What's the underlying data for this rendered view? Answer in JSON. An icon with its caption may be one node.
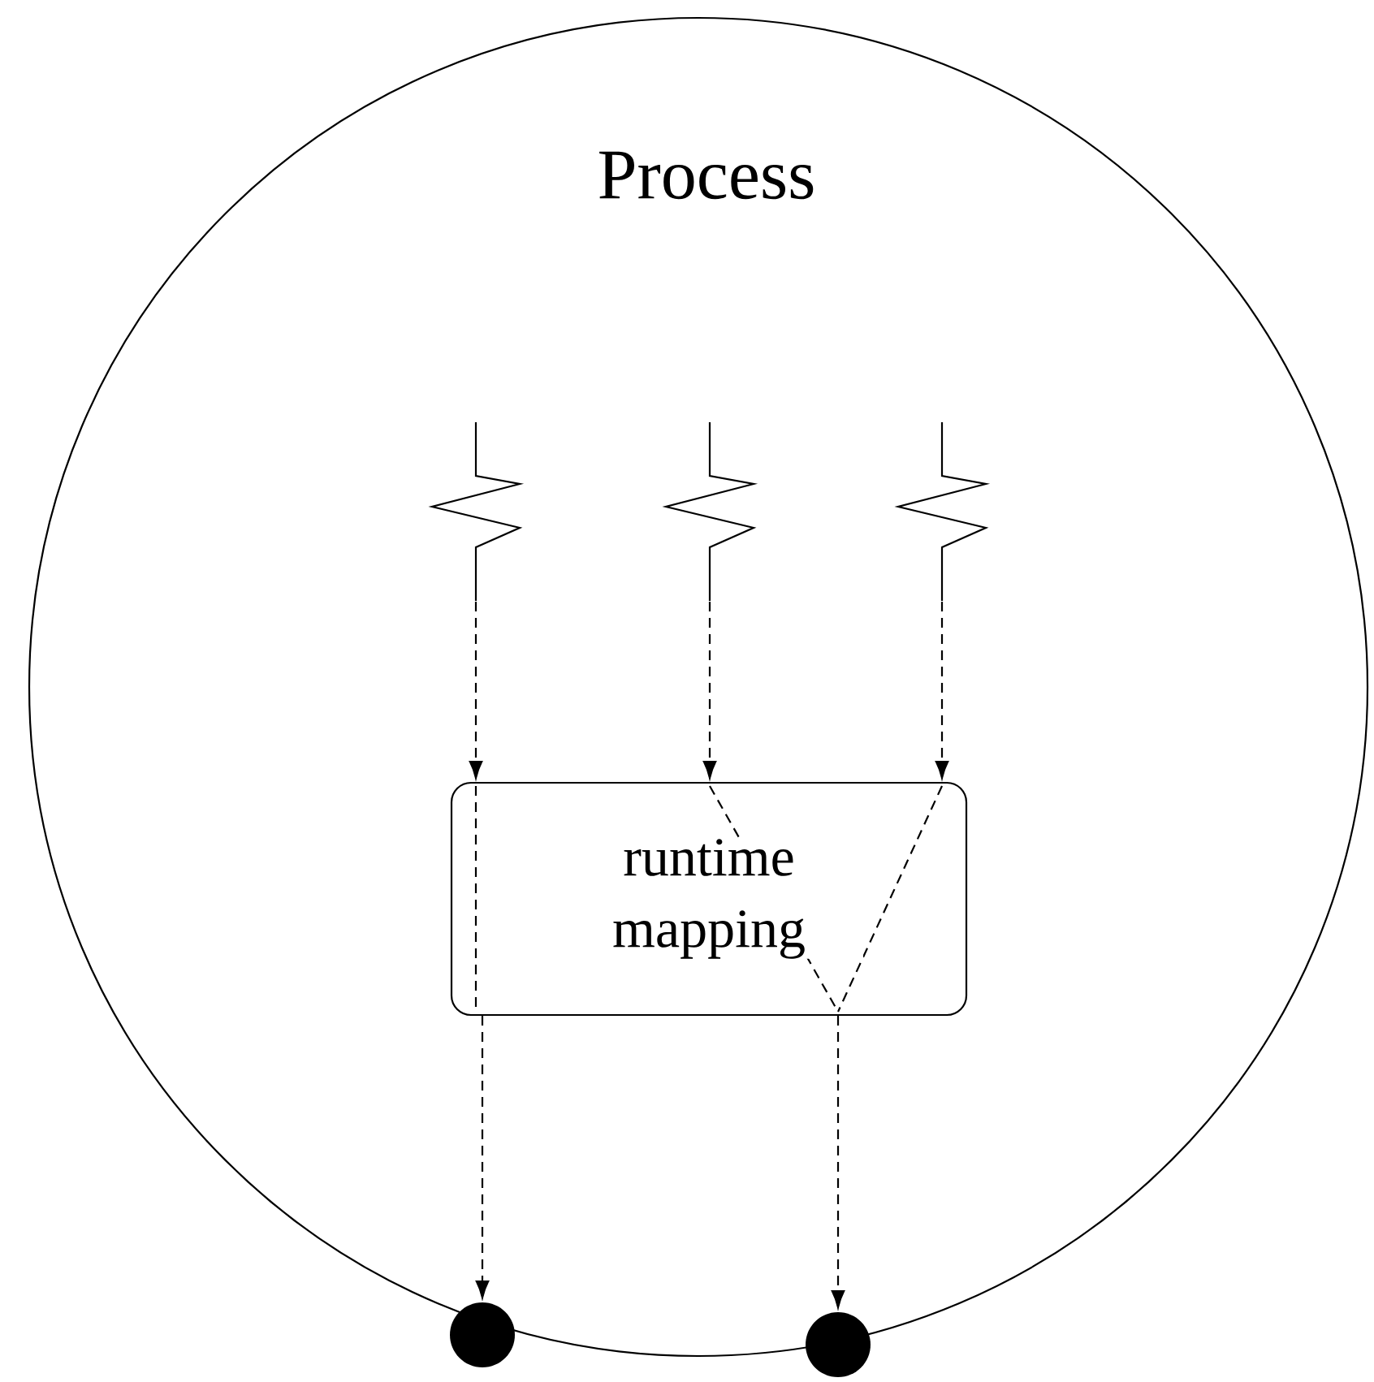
{
  "diagram": {
    "nodes": [
      {
        "text": [
          "Process"
        ]
      },
      {
        "text": [],
        "shape": "zigzag",
        "in": 0
      },
      {
        "text": [],
        "shape": "zigzag",
        "in": 0
      },
      {
        "text": [],
        "shape": "zigzag",
        "in": 0
      },
      {
        "text": [
          "runtime mapping"
        ],
        "in": 0
      },
      {
        "text": [],
        "shape": "circle"
      },
      {
        "text": [],
        "shape": "circle"
      }
    ],
    "edges": [
      {
        "from": 1,
        "to": 4,
        "arrow": "to",
        "style": "dashed"
      },
      {
        "from": 2,
        "to": 4,
        "arrow": "to",
        "style": "dashed"
      },
      {
        "from": 3,
        "to": 4,
        "arrow": "to",
        "style": "dashed"
      },
      {
        "from": 4,
        "to": 5,
        "arrow": "to",
        "style": "dashed"
      },
      {
        "from": 4,
        "to": 6,
        "arrow": "to",
        "style": "dashed"
      }
    ]
  }
}
